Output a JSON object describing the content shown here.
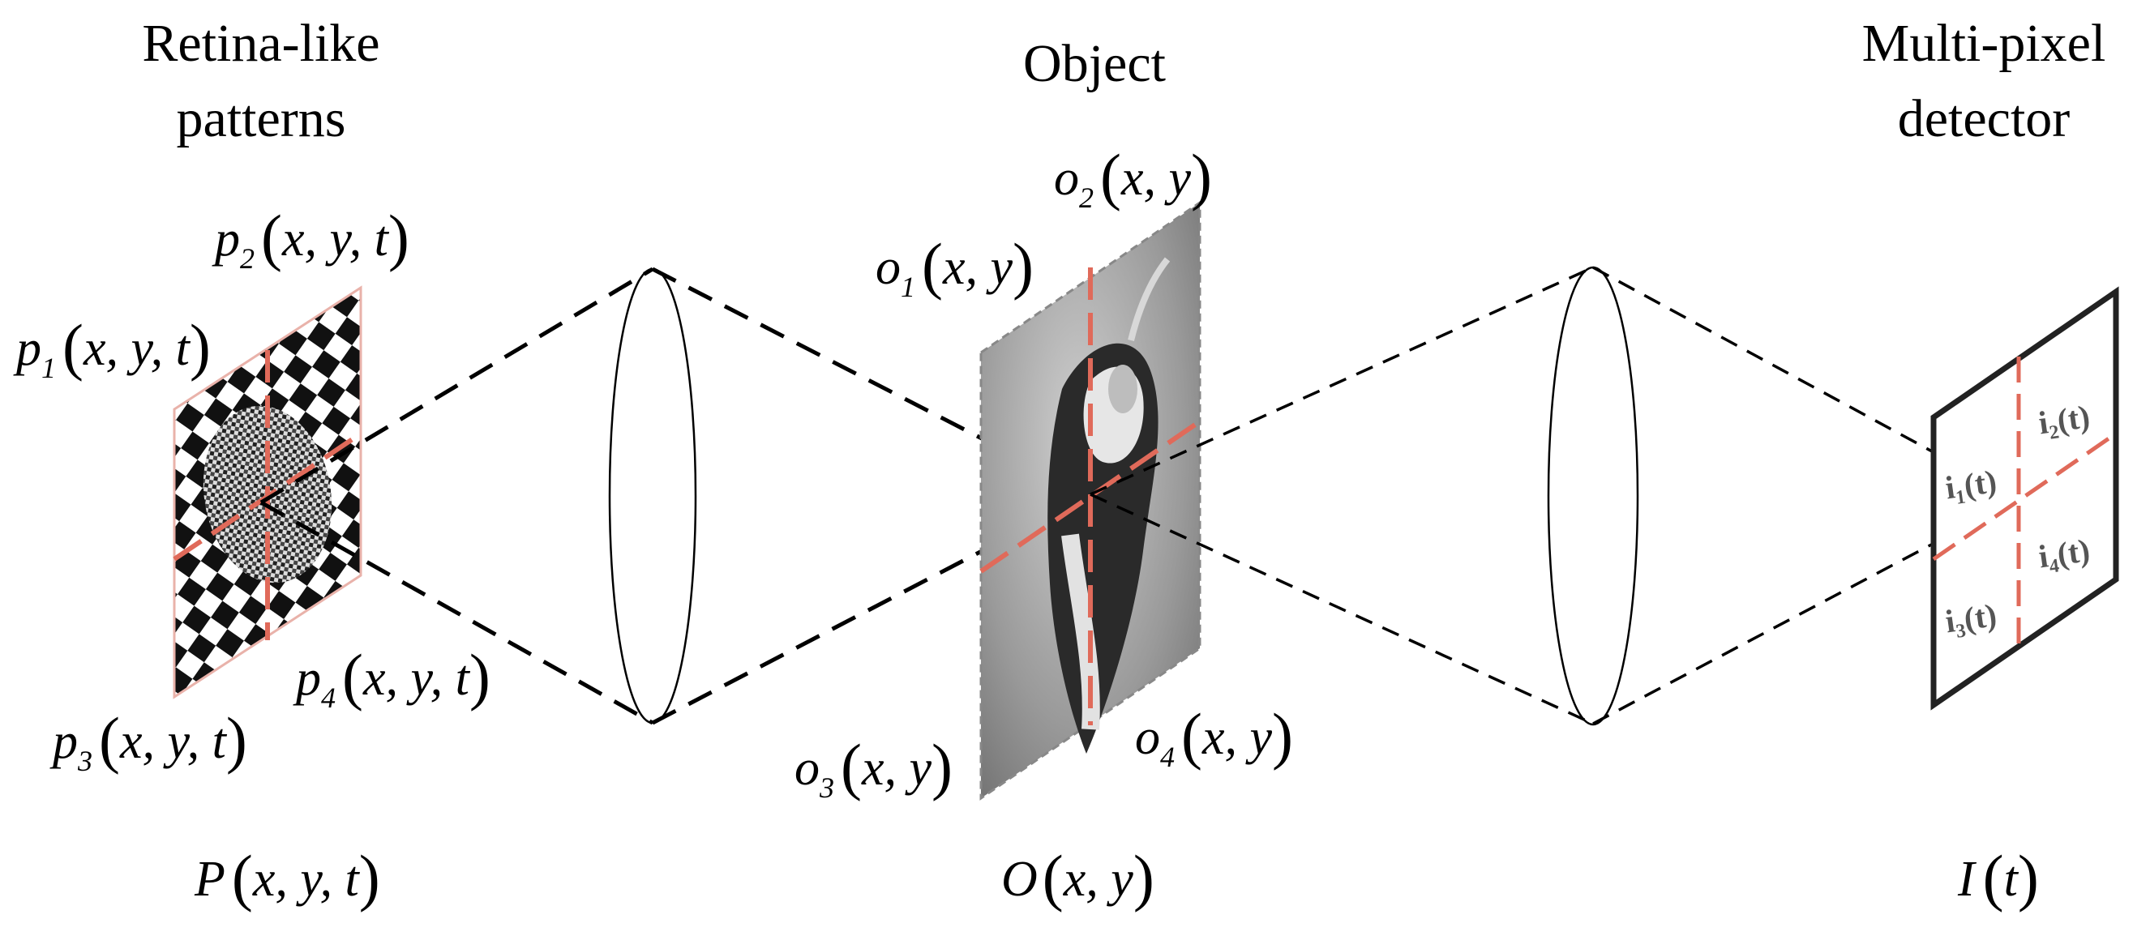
{
  "titles": {
    "patterns_line1": "Retina-like",
    "patterns_line2": "patterns",
    "object": "Object",
    "detector_line1": "Multi-pixel",
    "detector_line2": "detector"
  },
  "pattern_labels": {
    "p1": {
      "base": "p",
      "sub": "1",
      "args": "x, y, t"
    },
    "p2": {
      "base": "p",
      "sub": "2",
      "args": "x, y, t"
    },
    "p3": {
      "base": "p",
      "sub": "3",
      "args": "x, y, t"
    },
    "p4": {
      "base": "p",
      "sub": "4",
      "args": "x, y, t"
    }
  },
  "object_labels": {
    "o1": {
      "base": "o",
      "sub": "1",
      "args": "x, y"
    },
    "o2": {
      "base": "o",
      "sub": "2",
      "args": "x, y"
    },
    "o3": {
      "base": "o",
      "sub": "3",
      "args": "x, y"
    },
    "o4": {
      "base": "o",
      "sub": "4",
      "args": "x, y"
    }
  },
  "detector_labels": {
    "i1": "i₁(t)",
    "i2": "i₂(t)",
    "i3": "i₃(t)",
    "i4": "i₄(t)"
  },
  "bottom_labels": {
    "P": {
      "base": "P",
      "args": "x, y, t"
    },
    "O": {
      "base": "O",
      "args": "x, y"
    },
    "I": {
      "base": "I",
      "args": "t"
    }
  },
  "colors": {
    "divider": "#e06a5a",
    "line": "#000000",
    "object_bg": "#9a9a9a"
  },
  "icons": {
    "pattern": "retina-pattern-image",
    "object": "bird-photo-image",
    "lens": "lens-icon",
    "detector": "quad-detector-icon"
  }
}
